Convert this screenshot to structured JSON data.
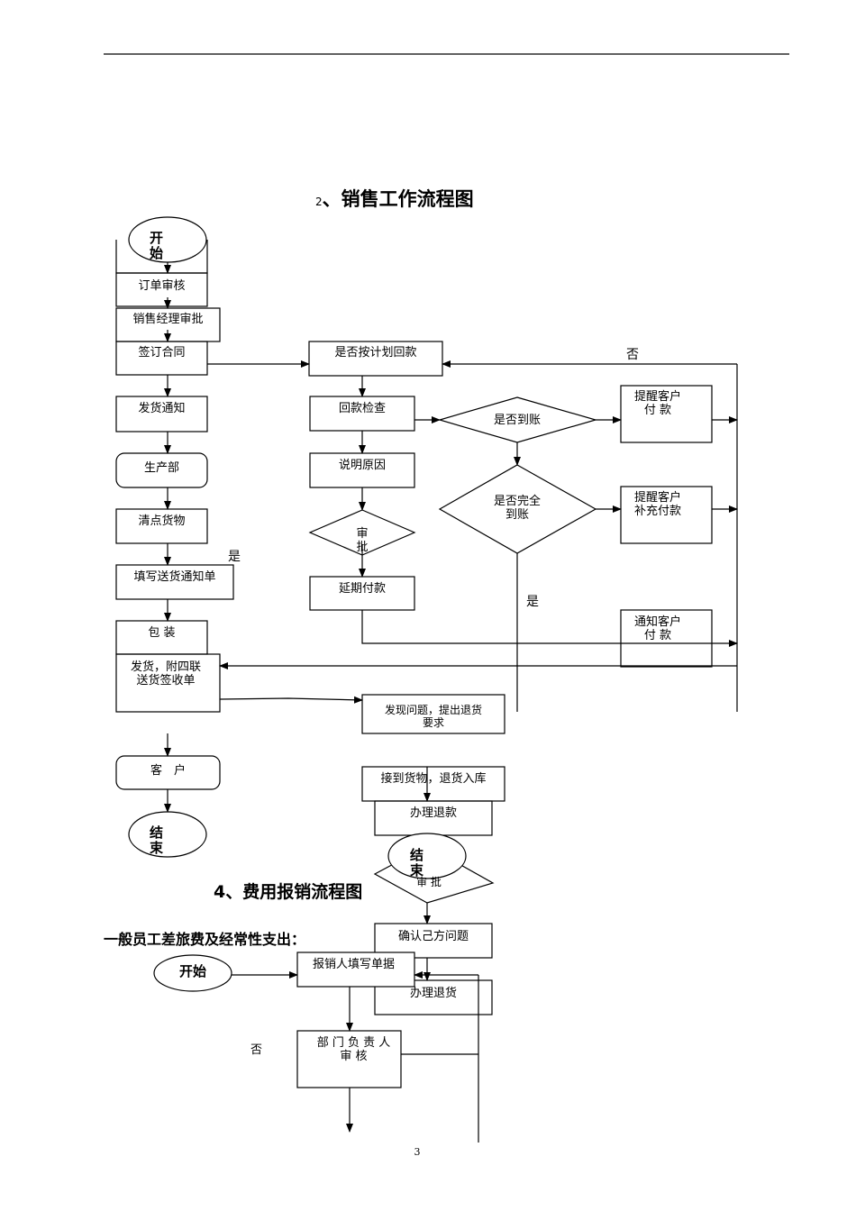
{
  "doc": {
    "page_number": "3",
    "title1_prefix": "2",
    "title1": "、销售工作流程图",
    "title2": "4、费用报销流程图",
    "subtitle": "一般员工差旅费及经常性支出："
  },
  "sales": {
    "start": "开\n始",
    "end1": "结\n束",
    "end2": "结\n束",
    "order_review": "订单审核",
    "manager_approve": "销售经理审批",
    "sign_contract": "签订合同",
    "ship_notice": "发货通知",
    "production": "生产部",
    "count_goods": "清点货物",
    "fill_delivery": "填写送货通知单",
    "pack": "包 装",
    "ship_receipt": "发货，附四联\n送货签收单",
    "customer": "客　户",
    "plan_payment": "是否按计划回款",
    "payment_check": "回款检查",
    "explain_reason": "说明原因",
    "approve": "审\n批",
    "delay_payment": "延期付款",
    "is_received": "是否到账",
    "is_full": "是否完全\n到账",
    "remind_pay": "提醒客户\n付 款",
    "remind_supplement": "提醒客户\n补充付款",
    "notify_pay": "通知客户\n付 款",
    "problem_return": "发现问题，提出退货\n要求",
    "receive_return": "接到货物，退货入库",
    "process_refund": "办理退款",
    "return_approve": "审 批",
    "confirm_problem": "确认己方问题",
    "process_return": "办理退货",
    "label_no": "否",
    "label_yes1": "是",
    "label_yes2": "是"
  },
  "expense": {
    "start": "开始",
    "fill_form": "报销人填写单据",
    "dept_review": "部 门 负 责 人\n审 核",
    "label_no": "否"
  }
}
